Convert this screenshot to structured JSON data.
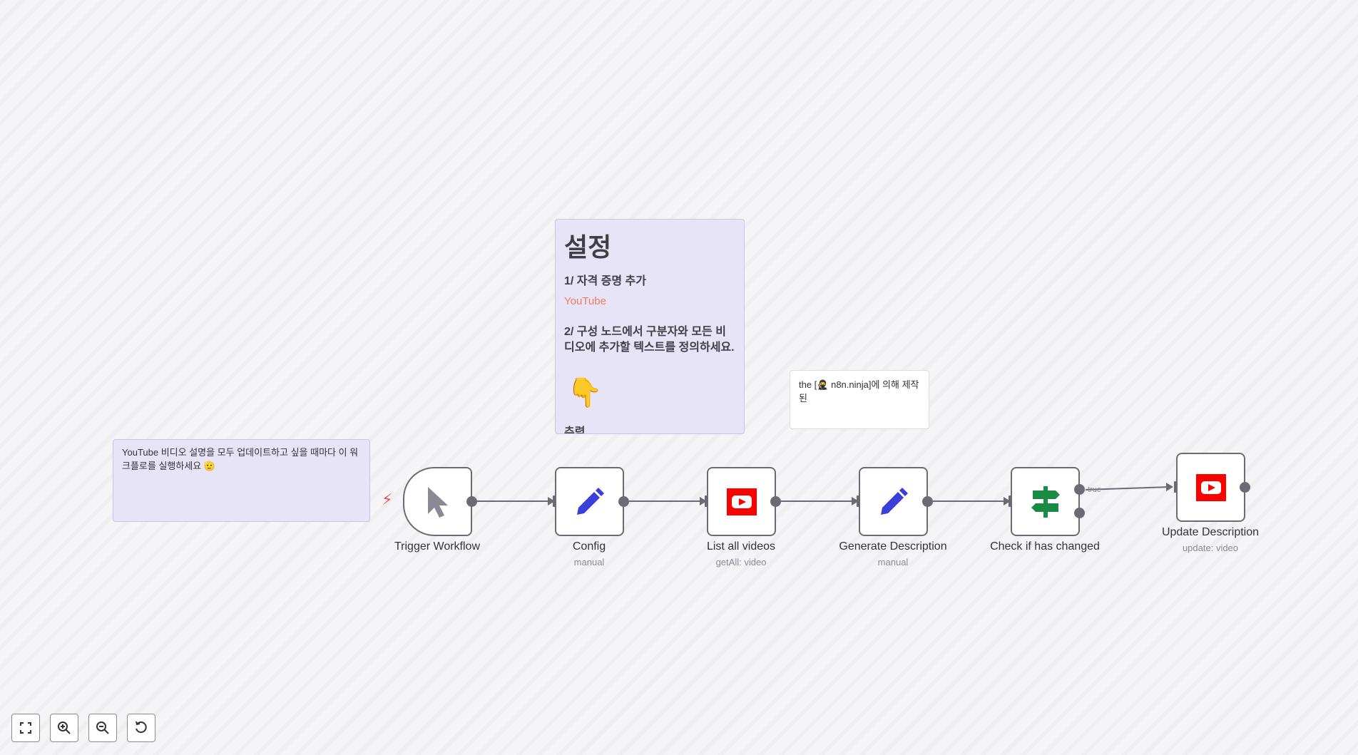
{
  "notes": {
    "setup": {
      "title": "설정",
      "step1": "1/ 자격 증명 추가",
      "link": "YouTube",
      "step2": "2/ 구성 노드에서 구분자와 모든 비디오에 추가할 텍스트를 정의하세요.",
      "emoji": "👇",
      "cut_text": "추력"
    },
    "credit": {
      "text": "the [🥷 n8n.ninja]에 의해 제작된"
    },
    "run": {
      "text": "YouTube 비디오 설명을 모두 업데이트하고 싶을 때마다 이 워크플로를 실행하세요 🫡"
    }
  },
  "trigger_indicator": "⚡",
  "nodes": [
    {
      "id": "trigger",
      "label": "Trigger Workflow",
      "sub": "",
      "icon": "cursor-icon"
    },
    {
      "id": "config",
      "label": "Config",
      "sub": "manual",
      "icon": "pencil-icon"
    },
    {
      "id": "list",
      "label": "List all videos",
      "sub": "getAll: video",
      "icon": "youtube-icon"
    },
    {
      "id": "generate",
      "label": "Generate Description",
      "sub": "manual",
      "icon": "pencil-icon"
    },
    {
      "id": "check",
      "label": "Check if has changed",
      "sub": "",
      "icon": "signpost-icon"
    },
    {
      "id": "update",
      "label": "Update Description",
      "sub": "update: video",
      "icon": "youtube-icon"
    }
  ],
  "edge_labels": {
    "true": "true"
  },
  "colors": {
    "youtube": "#ff0000",
    "pencil": "#3a3fd8",
    "signpost": "#1a8a44",
    "trigger": "#f04e4e"
  },
  "controls": [
    "fit-view-icon",
    "zoom-in-icon",
    "zoom-out-icon",
    "reset-icon"
  ]
}
